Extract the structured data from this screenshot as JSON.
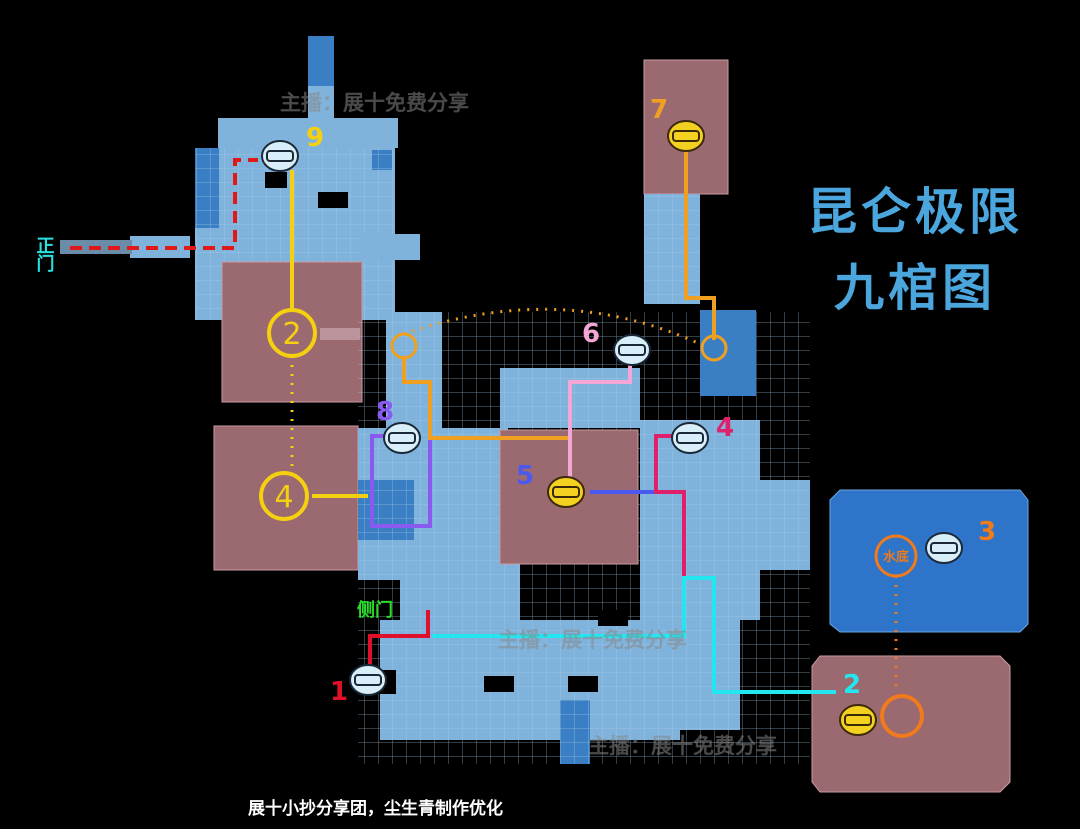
{
  "title": {
    "line1": "昆仑极限",
    "line2": "九棺图"
  },
  "watermark": "主播：展十免费分享",
  "credit": "展十小抄分享团，尘生青制作优化",
  "entrances": {
    "main_gate": "正门",
    "side_gate": "侧门"
  },
  "underwater_label": "水底",
  "coffins": [
    {
      "number": "1",
      "color": "#e0102a",
      "type": "silver"
    },
    {
      "number": "2",
      "color": "#22e6f0",
      "type": "gold"
    },
    {
      "number": "3",
      "color": "#f07a1c",
      "type": "silver"
    },
    {
      "number": "4",
      "color": "#e0206a",
      "type": "silver"
    },
    {
      "number": "5",
      "color": "#4a5af0",
      "type": "gold"
    },
    {
      "number": "6",
      "color": "#f4a6d6",
      "type": "silver"
    },
    {
      "number": "7",
      "color": "#f0a020",
      "type": "gold"
    },
    {
      "number": "8",
      "color": "#8a5af0",
      "type": "silver"
    },
    {
      "number": "9",
      "color": "#f4d010",
      "type": "silver"
    }
  ],
  "waypoints": {
    "a": "2",
    "b": "4"
  },
  "colors": {
    "background": "#000000",
    "room_blue": "#7fb3dc",
    "room_dark_blue": "#3a7fc4",
    "room_pink": "#9a6a70",
    "title": "#4aa6dc"
  }
}
